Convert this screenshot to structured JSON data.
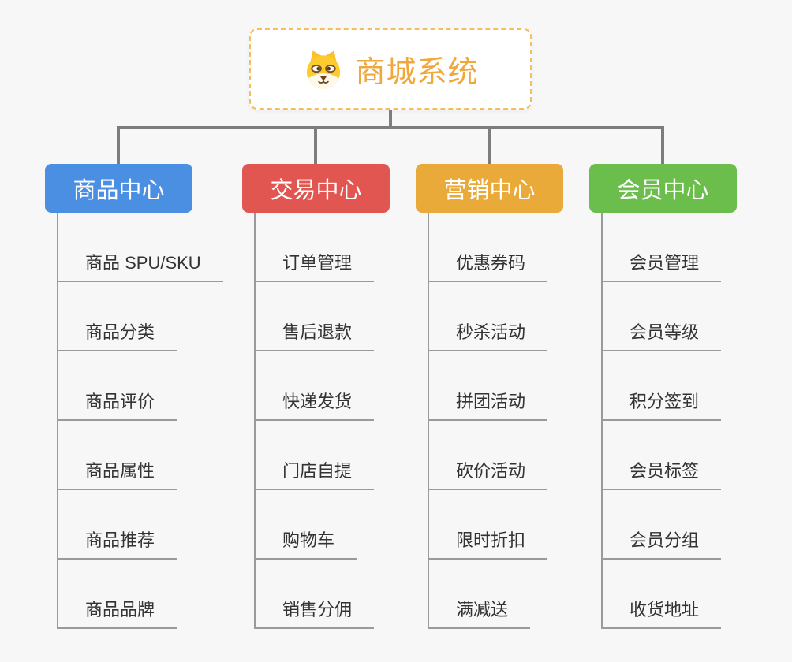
{
  "canvas": {
    "background": "#f7f7f8",
    "connector_color": "#7d7d7d",
    "leaf_line_color": "#9a9a9a"
  },
  "root": {
    "title": "商城系统",
    "icon": "dog-face-icon",
    "text_color": "#f0a83c",
    "border_color": "#f4be5e",
    "background": "#ffffff"
  },
  "branches": [
    {
      "label": "商品中心",
      "color": "#4b8fe2",
      "children": [
        "商品 SPU/SKU",
        "商品分类",
        "商品评价",
        "商品属性",
        "商品推荐",
        "商品品牌"
      ]
    },
    {
      "label": "交易中心",
      "color": "#e25652",
      "children": [
        "订单管理",
        "售后退款",
        "快递发货",
        "门店自提",
        "购物车",
        "销售分佣"
      ]
    },
    {
      "label": "营销中心",
      "color": "#eaaa39",
      "children": [
        "优惠券码",
        "秒杀活动",
        "拼团活动",
        "砍价活动",
        "限时折扣",
        "满减送"
      ]
    },
    {
      "label": "会员中心",
      "color": "#6cbe4c",
      "children": [
        "会员管理",
        "会员等级",
        "积分签到",
        "会员标签",
        "会员分组",
        "收货地址"
      ]
    }
  ]
}
